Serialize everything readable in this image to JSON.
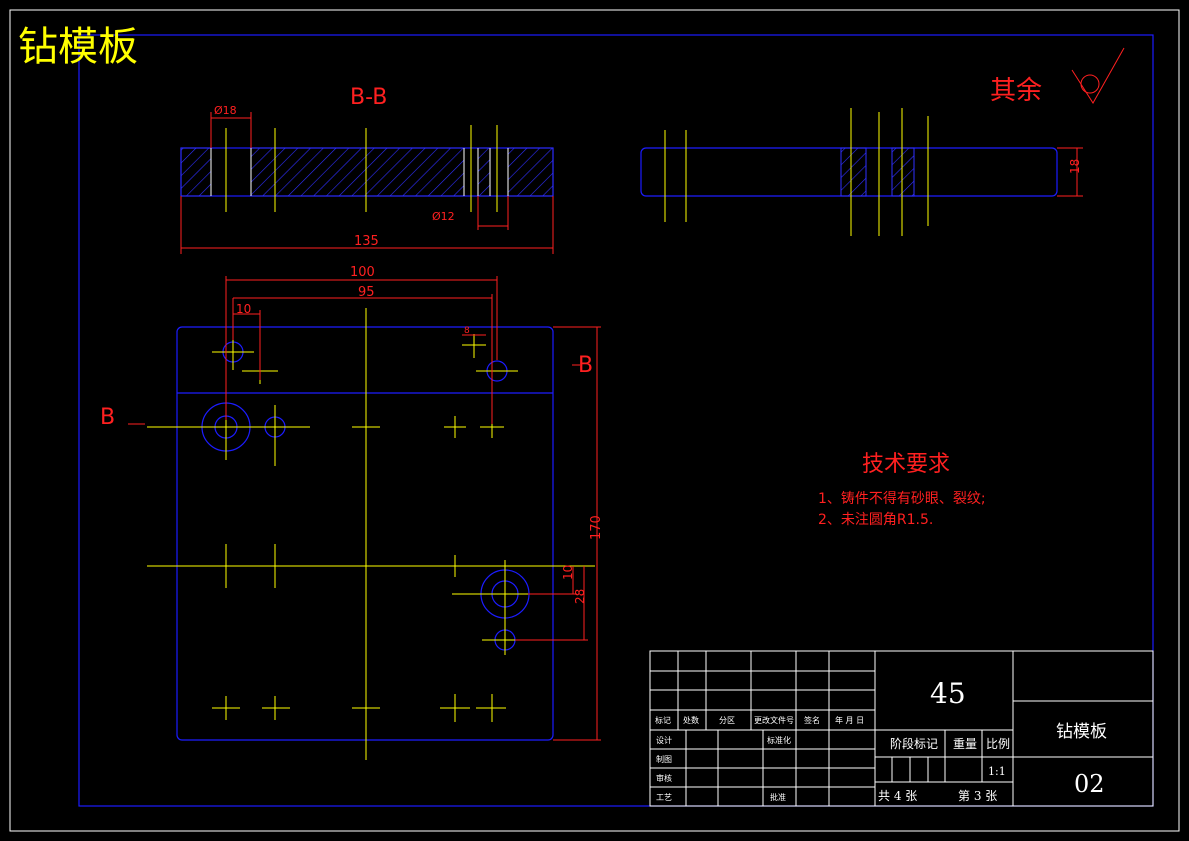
{
  "title": "钻模板",
  "section_label": "B-B",
  "section_markers": [
    "B",
    "B"
  ],
  "roughness_note": "其余",
  "colors": {
    "background": "#000000",
    "outline": "#1c1cff",
    "centerline": "#ffff00",
    "dimension": "#ff2020",
    "frame": "#ffffff",
    "title": "#ffff00"
  },
  "dimensions": {
    "dia18": "Ø18",
    "dia12": "Ø12",
    "len135": "135",
    "len100": "100",
    "len95": "95",
    "len10a": "10",
    "len8": "8",
    "len170": "170",
    "len10b": "10",
    "len28": "28",
    "thick18": "18"
  },
  "tech_requirements": {
    "heading": "技术要求",
    "items": [
      "1、铸件不得有砂眼、裂纹;",
      "2、未注圆角R1.5."
    ]
  },
  "title_block": {
    "material": "45",
    "part_name": "钻模板",
    "drawing_no": "02",
    "stage_mark_label": "阶段标记",
    "weight_label": "重量",
    "scale_label": "比例",
    "scale_value": "1:1",
    "sheet_total": "共 4 张",
    "sheet_index": "第 3 张",
    "rev_headers": [
      "标记",
      "处数",
      "分区",
      "更改文件号",
      "签名",
      "年 月 日"
    ],
    "sign_rows": [
      "设计",
      "制图",
      "审核",
      "工艺"
    ],
    "standardize_label": "标准化",
    "approve_label": "批准"
  }
}
